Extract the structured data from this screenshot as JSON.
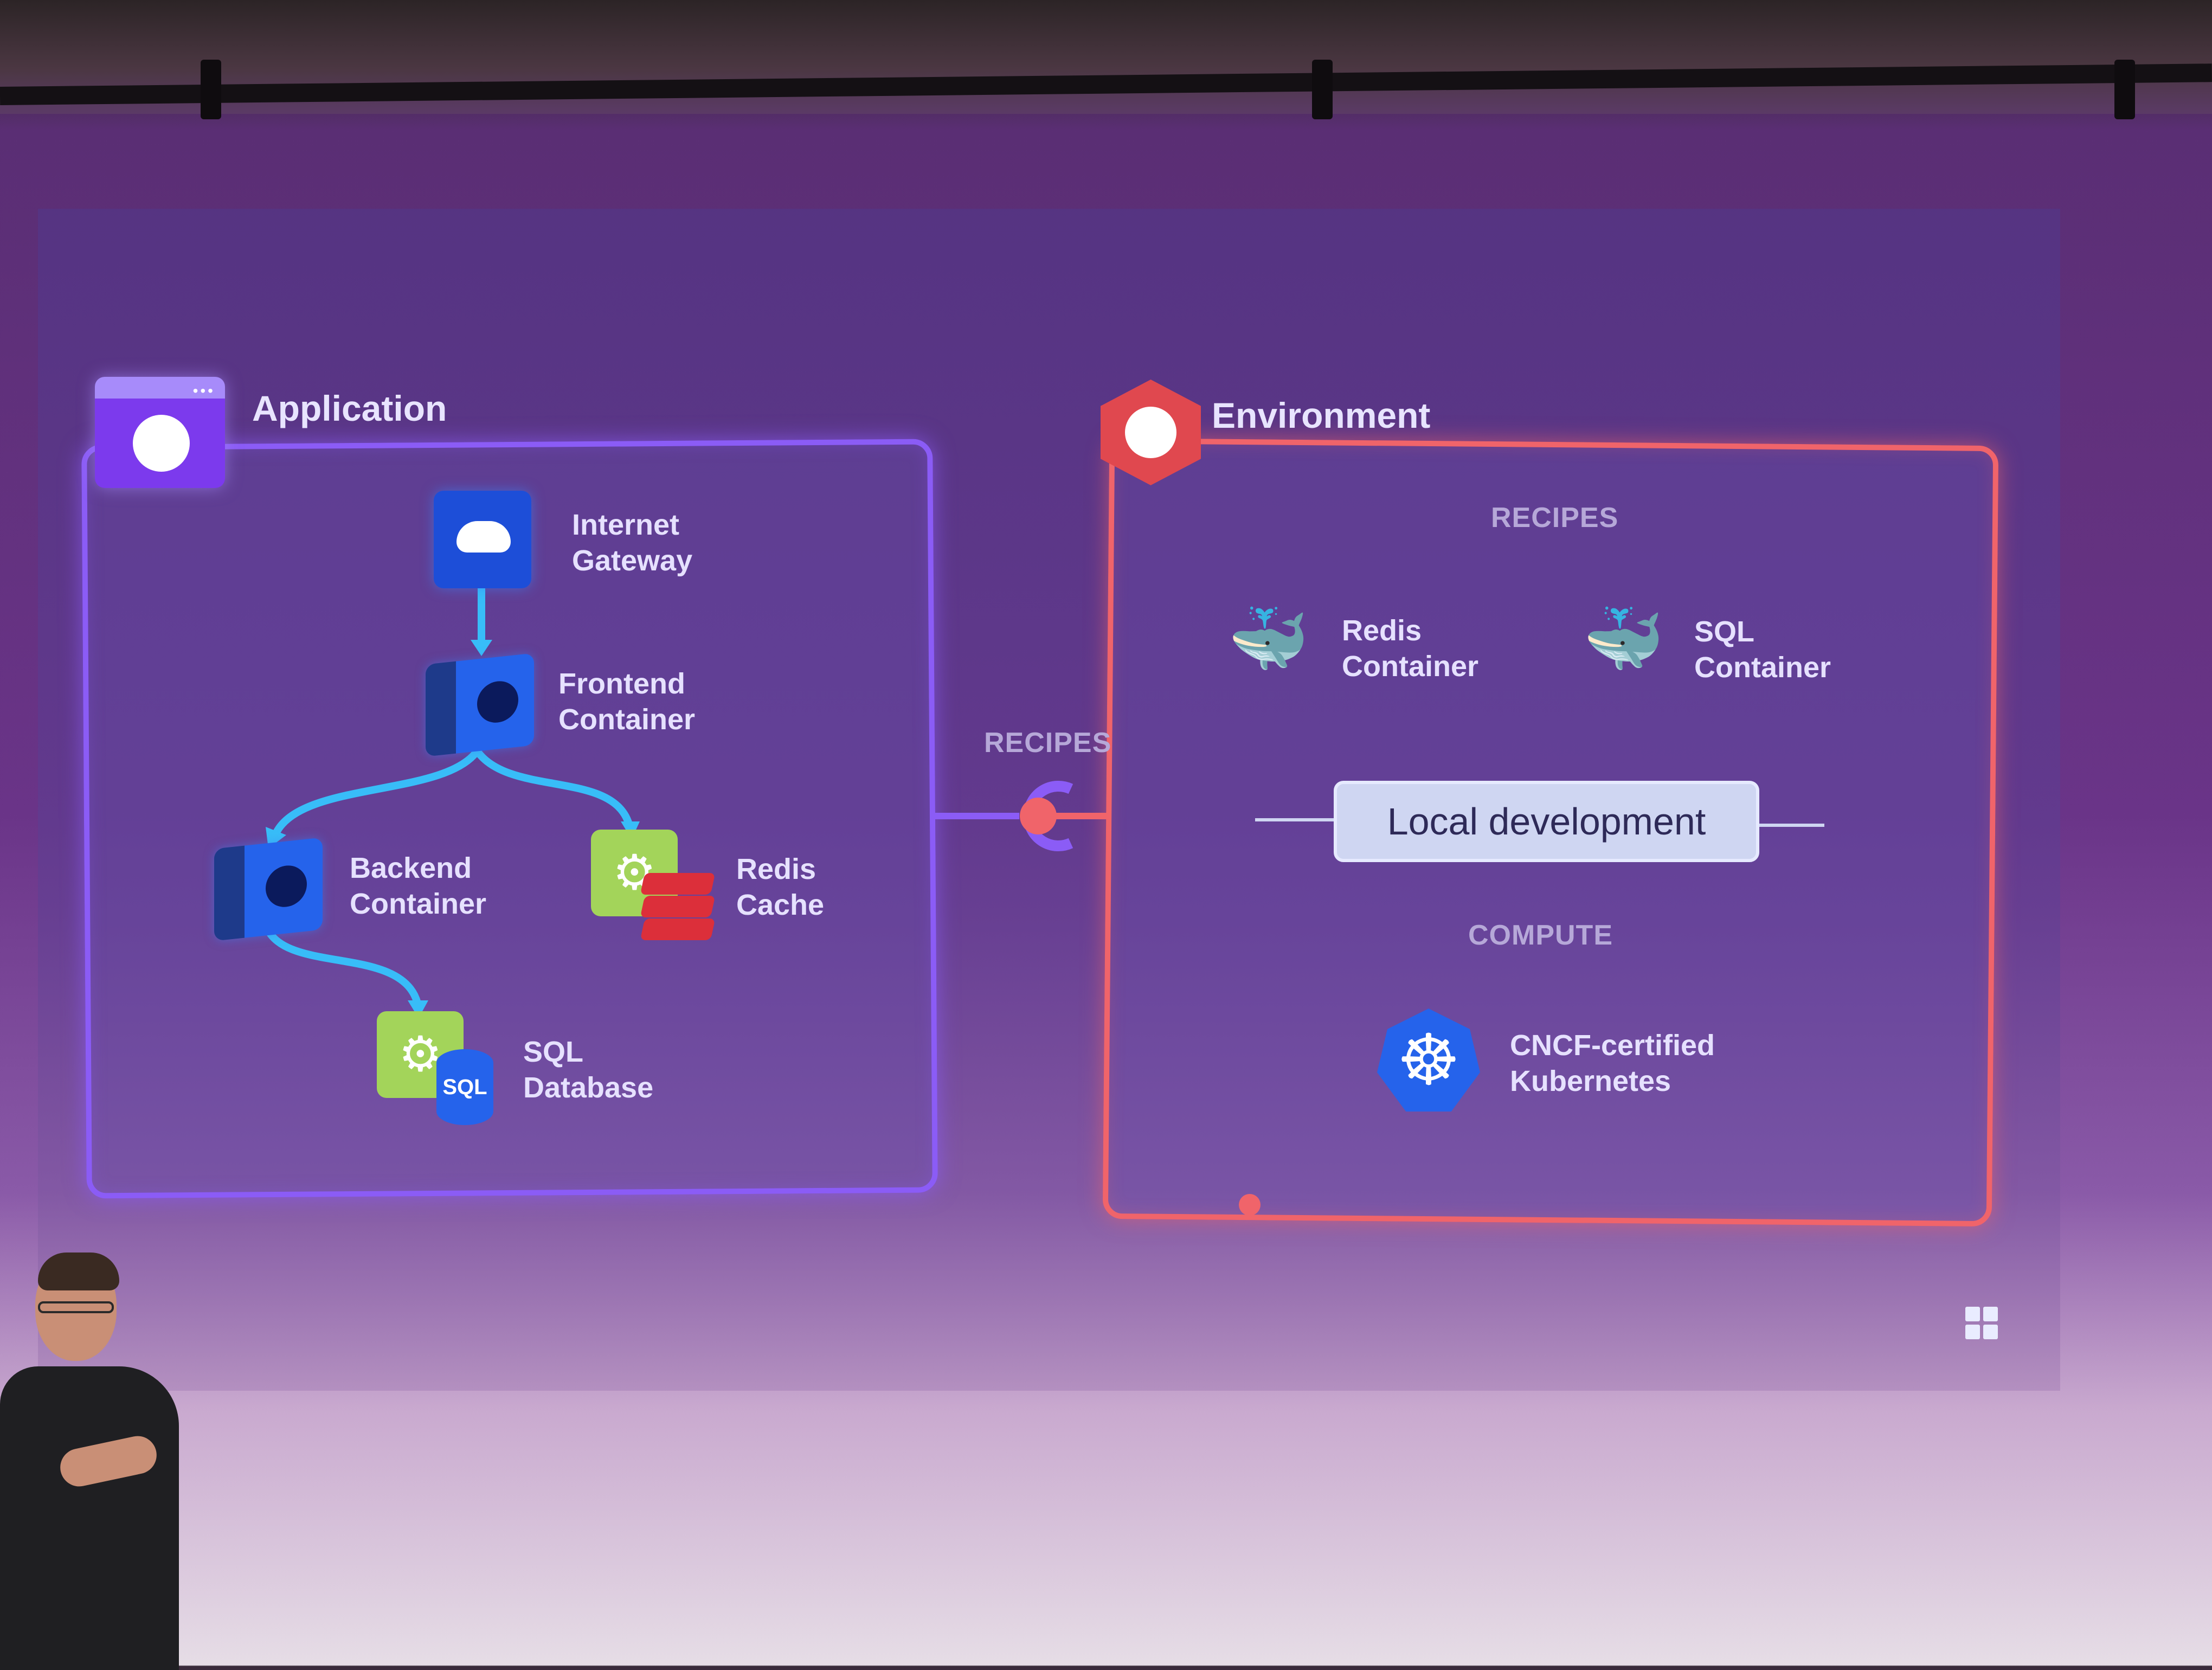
{
  "slide": {
    "application": {
      "title": "Application",
      "components": [
        {
          "name": "Internet Gateway",
          "line1": "Internet",
          "line2": "Gateway",
          "icon": "cloud-gateway-icon"
        },
        {
          "name": "Frontend Container",
          "line1": "Frontend",
          "line2": "Container",
          "icon": "container-icon"
        },
        {
          "name": "Backend Container",
          "line1": "Backend",
          "line2": "Container",
          "icon": "container-icon"
        },
        {
          "name": "Redis Cache",
          "line1": "Redis",
          "line2": "Cache",
          "icon": "redis-cache-icon"
        },
        {
          "name": "SQL Database",
          "line1": "SQL",
          "line2": "Database",
          "icon": "sql-database-icon",
          "badge": "SQL"
        }
      ]
    },
    "connector_label": "RECIPES",
    "environment": {
      "title": "Environment",
      "recipes_heading": "RECIPES",
      "recipes": [
        {
          "line1": "Redis",
          "line2": "Container",
          "icon": "docker-whale-icon"
        },
        {
          "line1": "SQL",
          "line2": "Container",
          "icon": "docker-whale-icon"
        }
      ],
      "mode_chip": "Local development",
      "compute_heading": "COMPUTE",
      "compute": {
        "line1": "CNCF-certified",
        "line2": "Kubernetes",
        "icon": "kubernetes-helm-icon"
      }
    },
    "colors": {
      "application_accent": "#8b5cf6",
      "environment_accent": "#f0646a",
      "arrow": "#38bdf8"
    }
  }
}
